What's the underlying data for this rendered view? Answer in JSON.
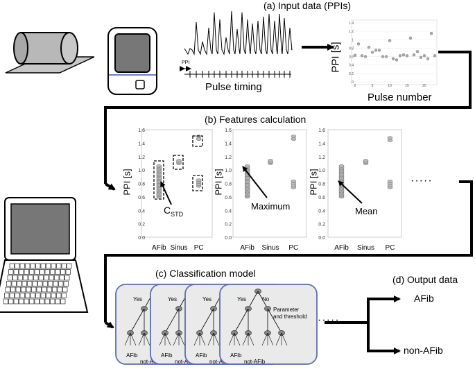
{
  "section_a": {
    "title": "(a) Input data (PPIs)",
    "ppi_marker": "PPI",
    "pulse_timing": "Pulse timing",
    "ylabel": "PPI [s]",
    "xlabel": "Pulse number"
  },
  "section_b": {
    "title": "(b) Features calculation",
    "ylabel": "PPI [s]",
    "ellipsis": "·····"
  },
  "section_c": {
    "title": "(c) Classification model",
    "yes": "Yes",
    "no": "No",
    "param_1": "Parameter",
    "param_2": "and threshold",
    "afib": "AFib",
    "not_afib": "not-AFib",
    "ellipsis": "·····"
  },
  "section_d": {
    "title": "(d) Output data",
    "out_afib": "AFib",
    "out_non": "non-AFib"
  },
  "chart_data": [
    {
      "type": "scatter",
      "ylabel": "PPI [s]",
      "xlabel": "Pulse number",
      "ylim": [
        0,
        1.4
      ],
      "y_ticks": [
        "0",
        "0.2",
        "0.4",
        "0.6",
        "0.8",
        "1",
        "1.2",
        "1.4"
      ],
      "x_ticks": [
        "0",
        "5",
        "10",
        "15",
        "20"
      ],
      "x": [
        0,
        1,
        2,
        3,
        4,
        5,
        6,
        7,
        8,
        9,
        10,
        11,
        12,
        13,
        14,
        15,
        16,
        17,
        18,
        19,
        20,
        21,
        22,
        23
      ],
      "y": [
        0.63,
        0.9,
        0.62,
        0.6,
        0.82,
        0.7,
        0.75,
        0.75,
        0.6,
        0.6,
        0.98,
        0.55,
        0.52,
        0.62,
        0.64,
        0.62,
        1.04,
        0.64,
        0.72,
        0.58,
        0.62,
        0.55,
        1.15,
        0.62
      ]
    },
    {
      "type": "scatter",
      "annotation": "C",
      "annotation_sub": "STD",
      "categories": [
        "AFib",
        "Sinus",
        "PC"
      ],
      "ylim": [
        0,
        1.6
      ],
      "y_ticks": [
        "0.0",
        "0.2",
        "0.4",
        "0.6",
        "0.8",
        "1.0",
        "1.2",
        "1.4",
        "1.6"
      ],
      "series": [
        {
          "values": [
            0.6,
            0.62,
            0.64,
            0.66,
            0.68,
            0.7,
            0.72,
            0.74,
            0.76,
            0.78,
            0.8,
            0.82,
            0.84,
            0.86,
            0.88,
            0.9,
            0.92,
            0.94,
            0.96,
            0.98,
            1.0,
            1.02,
            1.04,
            1.06
          ]
        },
        {
          "values": [
            1.1,
            1.12,
            1.14
          ]
        },
        {
          "values": [
            0.76,
            0.79,
            0.82,
            0.85,
            1.46,
            1.5
          ]
        }
      ]
    },
    {
      "type": "scatter",
      "annotation": "Maximum",
      "categories": [
        "AFib",
        "Sinus",
        "PC"
      ],
      "ylim": [
        0,
        1.6
      ],
      "y_ticks": [
        "0.0",
        "0.2",
        "0.4",
        "0.6",
        "0.8",
        "1.0",
        "1.2",
        "1.4",
        "1.6"
      ],
      "series": [
        {
          "values": [
            0.6,
            0.62,
            0.64,
            0.66,
            0.68,
            0.7,
            0.72,
            0.74,
            0.76,
            0.78,
            0.8,
            0.82,
            0.84,
            0.86,
            0.88,
            0.9,
            0.92,
            0.94,
            0.96,
            0.98,
            1.0,
            1.02,
            1.04,
            1.06
          ]
        },
        {
          "values": [
            1.1,
            1.12,
            1.14
          ]
        },
        {
          "values": [
            0.74,
            0.77,
            0.8,
            0.83,
            1.46,
            1.5
          ]
        }
      ]
    },
    {
      "type": "scatter",
      "annotation": "Mean",
      "categories": [
        "AFib",
        "Sinus",
        "PC"
      ],
      "ylim": [
        0,
        1.6
      ],
      "y_ticks": [
        "0.0",
        "0.2",
        "0.4",
        "0.6",
        "0.8",
        "1.0",
        "1.2",
        "1.4",
        "1.6"
      ],
      "series": [
        {
          "values": [
            0.6,
            0.62,
            0.64,
            0.66,
            0.68,
            0.7,
            0.72,
            0.74,
            0.76,
            0.78,
            0.8,
            0.82,
            0.84,
            0.86,
            0.88,
            0.9,
            0.92,
            0.94,
            0.96,
            0.98,
            1.0,
            1.02,
            1.04,
            1.06
          ]
        },
        {
          "values": [
            1.1,
            1.12,
            1.14
          ]
        },
        {
          "values": [
            0.74,
            0.77,
            0.8,
            0.83,
            1.44,
            1.48
          ]
        }
      ]
    }
  ]
}
